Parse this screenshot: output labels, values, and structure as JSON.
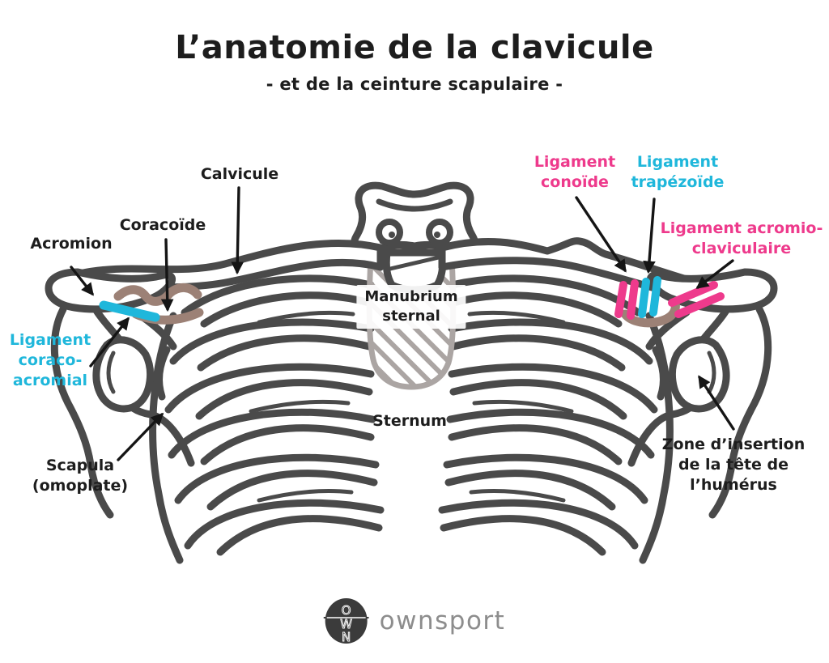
{
  "header": {
    "title": "L’anatomie de la clavicule",
    "subtitle": "- et de la ceinture scapulaire -"
  },
  "labels": {
    "clavicle": {
      "text": "Calvicule"
    },
    "coracoid": {
      "text": "Coracoïde"
    },
    "acromion": {
      "text": "Acromion"
    },
    "coraco_acromial_ligament": {
      "lines": [
        "Ligament",
        "coraco-",
        "acromial"
      ],
      "color": "#1fb7db"
    },
    "conoid_ligament": {
      "lines": [
        "Ligament",
        "conoïde"
      ],
      "color": "#ee3a8c"
    },
    "trapezoid_ligament": {
      "lines": [
        "Ligament",
        "trapézoïde"
      ],
      "color": "#1fb7db"
    },
    "acromioclavicular_ligament": {
      "lines": [
        "Ligament acromio-",
        "claviculaire"
      ],
      "color": "#ee3a8c"
    },
    "manubrium": {
      "lines": [
        "Manubrium",
        "sternal"
      ]
    },
    "sternum": {
      "text": "Sternum"
    },
    "scapula": {
      "lines": [
        "Scapula",
        "(omoplate)"
      ]
    },
    "humeral_head_zone": {
      "lines": [
        "Zone d’insertion",
        "de la tête de",
        "l’humérus"
      ]
    }
  },
  "logo": {
    "brand": "ownsport",
    "monogram": [
      "O",
      "W",
      "N"
    ]
  },
  "colors": {
    "ink": "#1d1d1d",
    "pink": "#ee3a8c",
    "cyan": "#1fb7db",
    "bone": "#4a4a4a",
    "taupe": "#9c8176",
    "hatch": "#aba5a3",
    "logo_gray": "#8d8d8d",
    "logo_dark": "#3b3b3b"
  }
}
